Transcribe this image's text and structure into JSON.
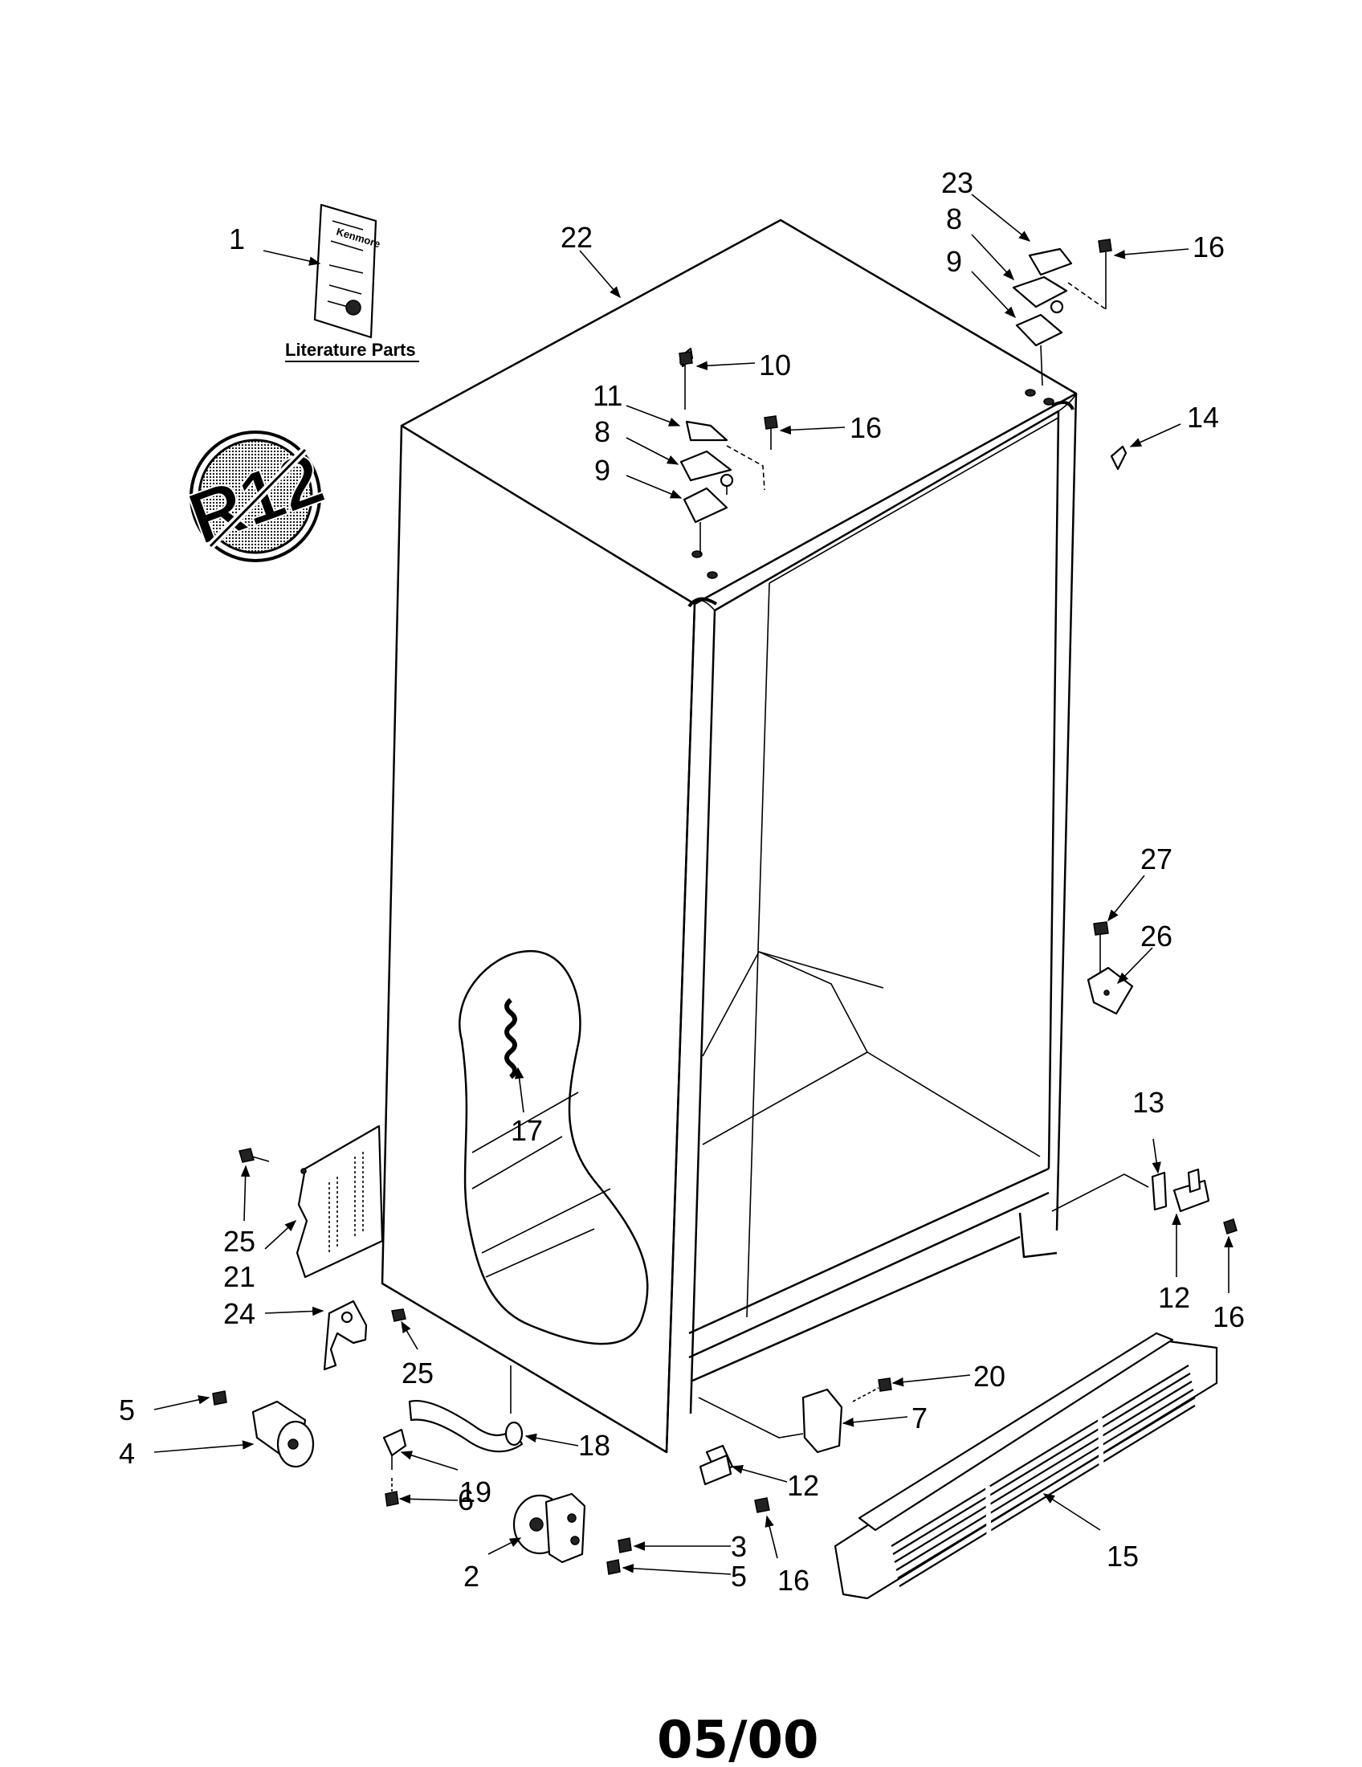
{
  "literature_label": "Literature Parts",
  "booklet_brand": "Kenmore",
  "r12_symbol": "R12",
  "footer_code": "05/00",
  "callouts": [
    {
      "num": "1",
      "part": "literature"
    },
    {
      "num": "2",
      "part": "wheel-front"
    },
    {
      "num": "3",
      "part": "screw"
    },
    {
      "num": "4",
      "part": "wheel-rear"
    },
    {
      "num": "5",
      "part": "screw"
    },
    {
      "num": "5",
      "part": "screw"
    },
    {
      "num": "6",
      "part": "screw"
    },
    {
      "num": "7",
      "part": "clip"
    },
    {
      "num": "8",
      "part": "hinge"
    },
    {
      "num": "8",
      "part": "hinge"
    },
    {
      "num": "9",
      "part": "hinge"
    },
    {
      "num": "9",
      "part": "hinge"
    },
    {
      "num": "10",
      "part": "screw"
    },
    {
      "num": "11",
      "part": "hinge-cover"
    },
    {
      "num": "12",
      "part": "bracket"
    },
    {
      "num": "12",
      "part": "bracket"
    },
    {
      "num": "13",
      "part": "shim"
    },
    {
      "num": "14",
      "part": "plug"
    },
    {
      "num": "15",
      "part": "toe-grille"
    },
    {
      "num": "16",
      "part": "screw"
    },
    {
      "num": "16",
      "part": "screw"
    },
    {
      "num": "16",
      "part": "screw"
    },
    {
      "num": "16",
      "part": "screw"
    },
    {
      "num": "17",
      "part": "heater"
    },
    {
      "num": "18",
      "part": "tube"
    },
    {
      "num": "19",
      "part": "clamp"
    },
    {
      "num": "20",
      "part": "screw"
    },
    {
      "num": "21",
      "part": "cover"
    },
    {
      "num": "22",
      "part": "cabinet"
    },
    {
      "num": "23",
      "part": "hinge-cover"
    },
    {
      "num": "24",
      "part": "bracket"
    },
    {
      "num": "25",
      "part": "screw"
    },
    {
      "num": "25",
      "part": "screw"
    },
    {
      "num": "26",
      "part": "bracket"
    },
    {
      "num": "27",
      "part": "screw"
    }
  ]
}
